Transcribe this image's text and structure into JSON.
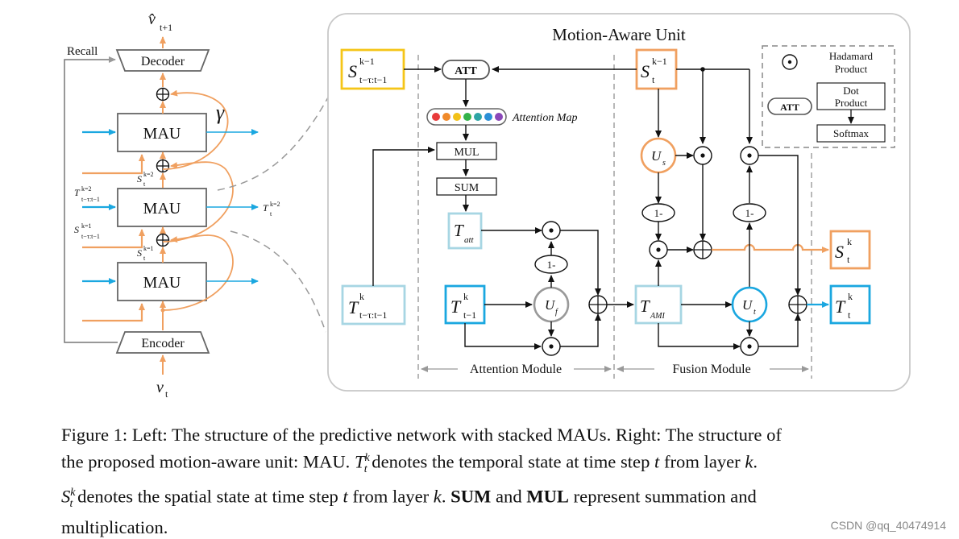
{
  "left": {
    "output": "v̂",
    "output_sub": "t+1",
    "recall": "Recall",
    "decoder": "Decoder",
    "encoder": "Encoder",
    "input": "v",
    "input_sub": "t",
    "gamma": "γ",
    "mau": [
      "MAU",
      "MAU",
      "MAU"
    ],
    "t_in_label": "T",
    "t_in_sup": "k=2",
    "t_in_sub": "t−τ:t−1",
    "t_out_label": "T",
    "t_out_sup": "k=2",
    "t_out_sub": "t",
    "s_in_label": "S",
    "s_in_sup": "k=1",
    "s_in_sub": "t−τ:t−1",
    "s_mid_upper": "S",
    "s_mid_upper_sup": "k=2",
    "s_mid_upper_sub": "t",
    "s_mid_lower": "S",
    "s_mid_lower_sup": "k=1",
    "s_mid_lower_sub": "t"
  },
  "unit": {
    "title": "Motion-Aware Unit",
    "att": "ATT",
    "attention_map": "Attention Map",
    "mul": "MUL",
    "sum": "SUM",
    "one_minus": "1-",
    "odot": "⊙",
    "attention_module": "Attention Module",
    "fusion_module": "Fusion Module",
    "s_in_main": "S",
    "s_in_sup": "k−1",
    "s_in_sub": "t−τ:t−1",
    "t_in_main": "T",
    "t_in_sup": "k",
    "t_in_sub": "t−τ:t−1",
    "s_t_main": "S",
    "s_t_sup": "k−1",
    "s_t_sub": "t",
    "t_att_main": "T",
    "t_att_sub": "att",
    "t_prev_main": "T",
    "t_prev_sup": "k",
    "t_prev_sub": "t−1",
    "uf_main": "U",
    "uf_sub": "f",
    "us_main": "U",
    "us_sub": "s",
    "ut_main": "U",
    "ut_sub": "t",
    "tami_main": "T",
    "tami_sub": "AMI",
    "s_out_main": "S",
    "s_out_sup": "k",
    "s_out_sub": "t",
    "t_out_main": "T",
    "t_out_sup": "k",
    "t_out_sub": "t"
  },
  "legend": {
    "hadamard": "Hadamard",
    "hadamard2": "Product",
    "att": "ATT",
    "dot": "Dot",
    "dot2": "Product",
    "softmax": "Softmax"
  },
  "colors": {
    "orange": "#f0a060",
    "blue": "#1aa7e0",
    "gold": "#f5c518",
    "lightblue": "#a7d6e3",
    "gray": "#888888",
    "attention_dots": [
      "#e83a3a",
      "#f08a2a",
      "#f2c118",
      "#34b34a",
      "#2ea5a5",
      "#2b8fd6",
      "#8a47b8"
    ]
  },
  "caption": {
    "text": "Figure 1: Left: The structure of the predictive network with stacked MAUs. Right: The structure of the proposed motion-aware unit: MAU. T^k_t denotes the temporal state at time step t from layer k. S^k_t denotes the spatial state at time step t from layer k. SUM and MUL represent summation and multiplication.",
    "l1": "Figure 1: Left: The structure of the predictive network with stacked MAUs. Right: The structure of",
    "l2a": "the proposed motion-aware unit: MAU.",
    "l2b": "denotes the temporal state at time step",
    "l2c": "from layer",
    "l3a": "denotes the spatial state at time step",
    "l3b": "from layer",
    "l3c": "SUM",
    "l3d": "and",
    "l3e": "MUL",
    "l3f": "represent summation and",
    "l4": "multiplication.",
    "T": "T",
    "S": "S",
    "k": "k",
    "t": "t"
  },
  "watermark": "CSDN @qq_40474914"
}
